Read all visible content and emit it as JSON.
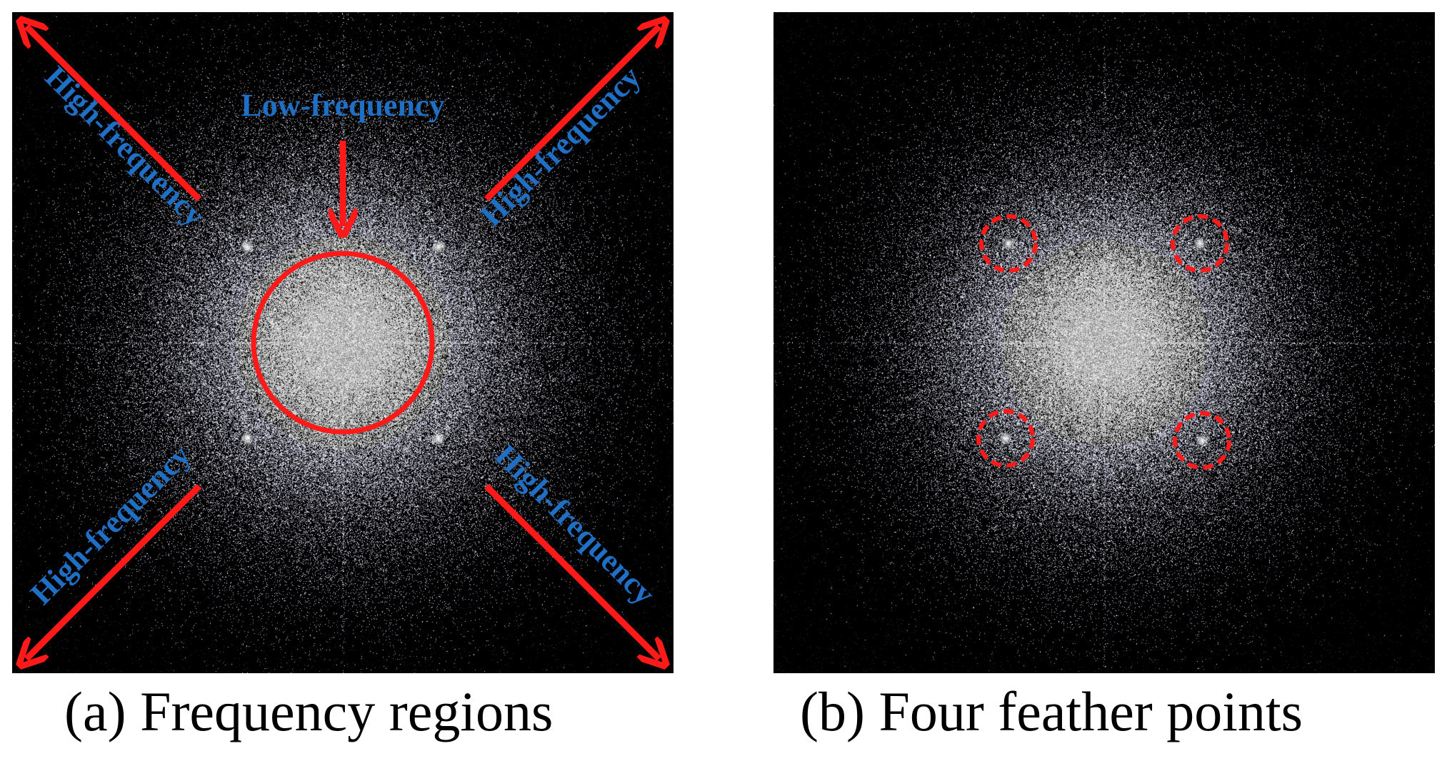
{
  "panel_a": {
    "caption": "(a) Frequency regions",
    "low_label": "Low-frequency",
    "high_labels": [
      "High-frequency",
      "High-frequency",
      "High-frequency",
      "High-frequency"
    ]
  },
  "panel_b": {
    "caption": "(b) Four feather points"
  },
  "colors": {
    "label_blue": "#1f6fc4",
    "annotation_red": "#ff1a1a",
    "background": "#000000"
  }
}
